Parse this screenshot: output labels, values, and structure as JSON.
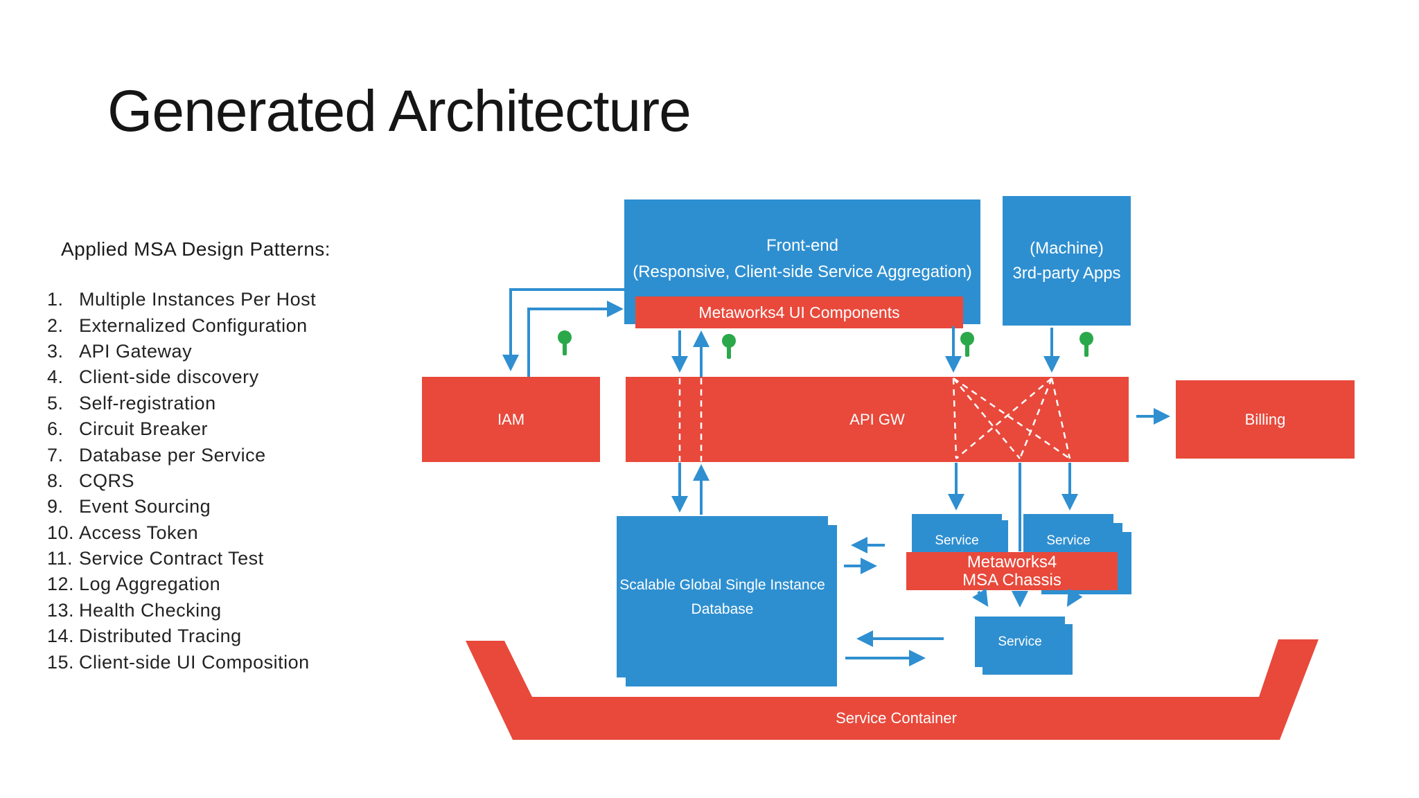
{
  "title": "Generated Architecture",
  "patterns": {
    "heading": "Applied MSA Design Patterns:",
    "items": [
      {
        "n": "1.",
        "t": "Multiple Instances Per Host"
      },
      {
        "n": "2.",
        "t": "Externalized Configuration"
      },
      {
        "n": "3.",
        "t": "API Gateway"
      },
      {
        "n": "4.",
        "t": "Client-side discovery"
      },
      {
        "n": "5.",
        "t": "Self-registration"
      },
      {
        "n": "6.",
        "t": "Circuit Breaker"
      },
      {
        "n": "7.",
        "t": "Database per Service"
      },
      {
        "n": "8.",
        "t": "CQRS"
      },
      {
        "n": "9.",
        "t": "Event Sourcing"
      },
      {
        "n": "10.",
        "t": "Access Token"
      },
      {
        "n": "11.",
        "t": "Service Contract Test"
      },
      {
        "n": "12.",
        "t": "Log Aggregation"
      },
      {
        "n": "13.",
        "t": "Health Checking"
      },
      {
        "n": "14.",
        "t": "Distributed Tracing"
      },
      {
        "n": "15.",
        "t": "Client-side UI Composition"
      }
    ]
  },
  "diagram": {
    "frontend": {
      "line1": "Front-end",
      "line2": "(Responsive, Client-side Service Aggregation)"
    },
    "ui_components_label": "Metaworks4 UI Components",
    "machine_apps": {
      "line1": "(Machine)",
      "line2": "3rd-party Apps"
    },
    "iam_label": "IAM",
    "api_gw_label": "API GW",
    "billing_label": "Billing",
    "database": {
      "line1": "Scalable Global Single Instance",
      "line2": "Database"
    },
    "service_label_left": "Service",
    "service_label_right": "Service",
    "service_label_bottom": "Service",
    "chassis": {
      "line1": "Metaworks4",
      "line2": "MSA Chassis"
    },
    "container_label": "Service Container",
    "colors": {
      "box_blue": "#2E8FD0",
      "box_red": "#E8493B",
      "interface_green": "#2BA84A",
      "arrow_blue": "#2F8FD0"
    }
  }
}
